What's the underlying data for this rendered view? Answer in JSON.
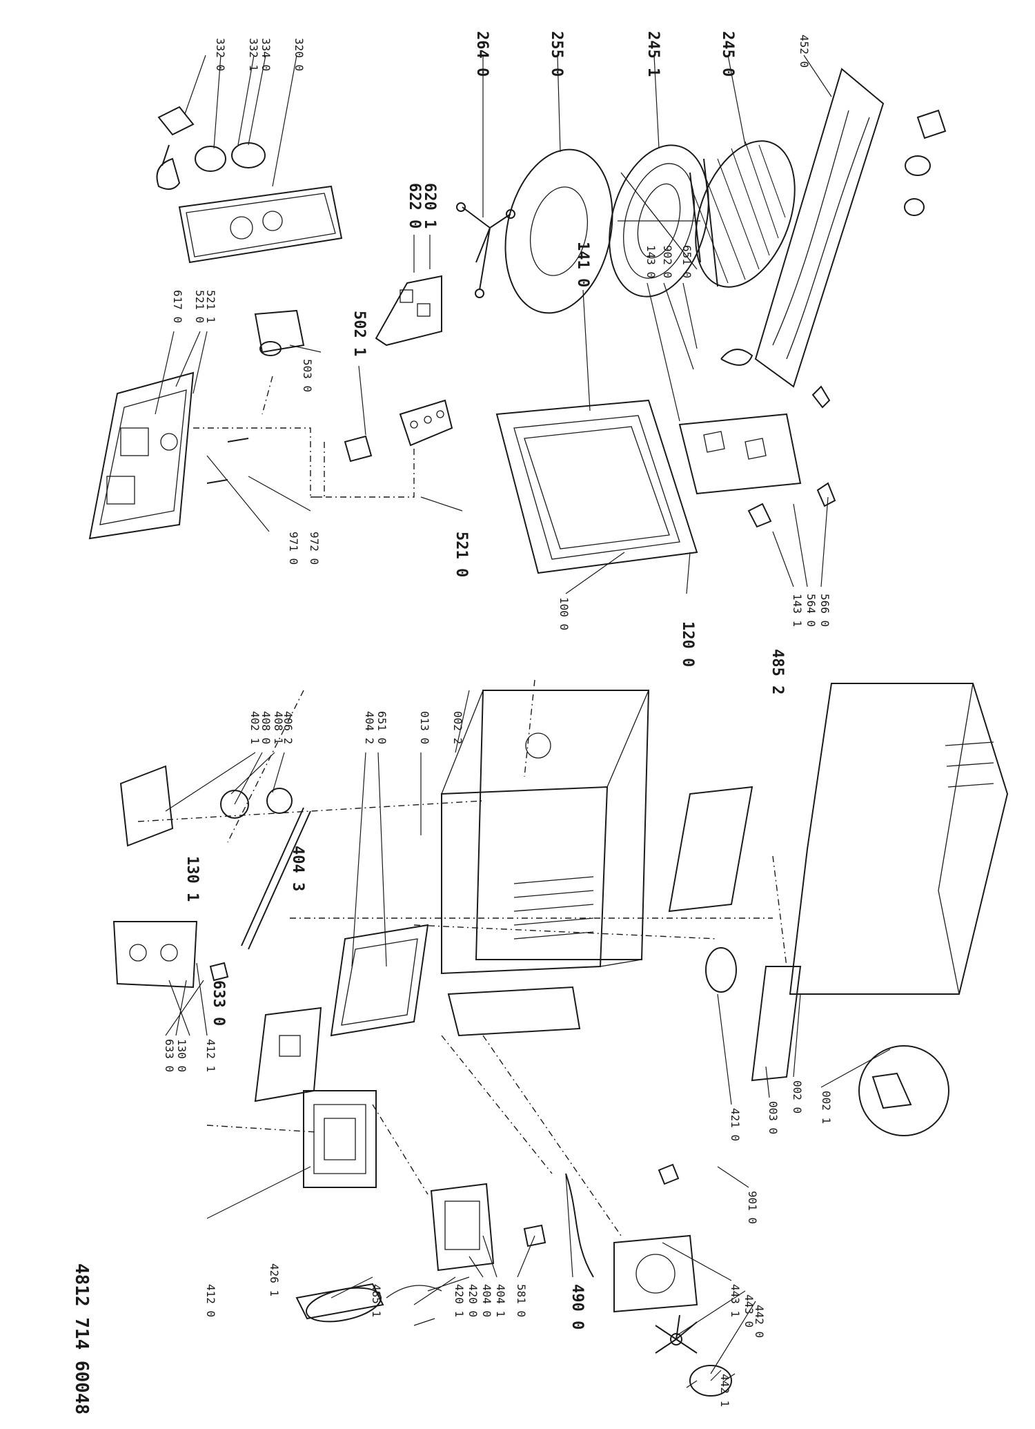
{
  "doc_number": "4812  714  60048",
  "labels": {
    "l4520": "452 0",
    "l2450": "245 0",
    "l2451": "245 1",
    "l2550": "255 0",
    "l2640": "264 0",
    "l3200": "320 0",
    "l3340": "334 0",
    "l3321": "332 1",
    "l3320": "332 0",
    "l6201": "620 1",
    "l6220": "622 0",
    "l6510a": "651 0",
    "l9020": "902 0",
    "l1430": "143 0",
    "l1410": "141 0",
    "l5030": "503 0",
    "l5021": "502 1",
    "l5210a": "521 0",
    "l5211": "521 1",
    "l6170": "617 0",
    "l9710": "971 0",
    "l9720": "972 0",
    "l5210b": "521 0",
    "l1000": "100 0",
    "l1200": "120 0",
    "l5660": "566 0",
    "l5640": "564 0",
    "l1431": "143 1",
    "l4852": "485 2",
    "l0022": "002 2",
    "l0130": "013 0",
    "l6510b": "651 0",
    "l4042": "404 2",
    "l4062": "406 2",
    "l4081": "408 1",
    "l4080": "408 0",
    "l4021": "402 1",
    "l4043": "404 3",
    "l1301": "130 1",
    "l6330a": "633 0",
    "l4121": "412 1",
    "l6330b": "633 0",
    "l1300": "130 0",
    "l4120": "412 0",
    "l4261": "426 1",
    "l4851": "485 1",
    "l4201": "420 1",
    "l4200": "420 0",
    "l4040": "404 0",
    "l4041": "404 1",
    "l5810": "581 0",
    "l4900": "490 0",
    "l4421": "442 1",
    "l4420": "442 0",
    "l4430": "443 0",
    "l4431": "443 1",
    "l9010": "901 0",
    "l4210": "421 0",
    "l0030": "003 0",
    "l0020": "002 0",
    "l0021": "002 1"
  },
  "icons": [
    "grill-element",
    "grill-rack",
    "turntable-rack",
    "glass-turntable",
    "turntable-coupler",
    "control-panel",
    "knobs",
    "door",
    "door-frame",
    "hinge-bracket",
    "cavity",
    "outer-casing",
    "magnetron",
    "transformer",
    "capacitor",
    "fan-motor",
    "fan-blade",
    "fan-shroud",
    "mica-cover",
    "turntable-motor",
    "pcb",
    "power-cord"
  ]
}
